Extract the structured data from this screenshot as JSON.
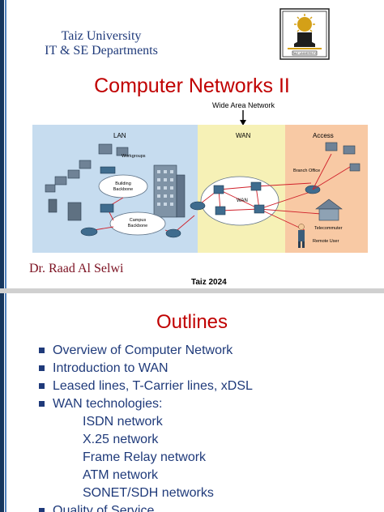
{
  "slide1": {
    "university": "Taiz University",
    "departments": "IT & SE Departments",
    "logo_text": "TAIZ UNIVERSITY",
    "title": "Computer Networks II",
    "callout": "Wide Area Network",
    "diagram": {
      "lan": "LAN",
      "wan": "WAN",
      "access": "Access",
      "workgroups": "Workgroups",
      "building_backbone_1": "Building",
      "building_backbone_2": "Backbone",
      "campus_backbone_1": "Campus",
      "campus_backbone_2": "Backbone",
      "wan_cloud": "WAN",
      "branch_office": "Branch Office",
      "telecommuter": "Telecommuter",
      "remote_user": "Remote User"
    },
    "author": "Dr. Raad Al Selwi",
    "year": "Taiz 2024"
  },
  "slide2": {
    "title": "Outlines",
    "items": [
      "Overview of Computer Network",
      "Introduction to WAN",
      "Leased lines, T-Carrier lines, xDSL",
      "WAN technologies:"
    ],
    "subitems": [
      "ISDN network",
      "X.25 network",
      "Frame Relay network",
      "ATM network",
      "SONET/SDH networks"
    ],
    "last_item": "Quality of Service"
  },
  "colors": {
    "title_red": "#c00000",
    "navy": "#1f3a7a",
    "lan_bg": "#c6dcef",
    "wan_bg": "#f6f1b6",
    "access_bg": "#f8c9a4"
  }
}
